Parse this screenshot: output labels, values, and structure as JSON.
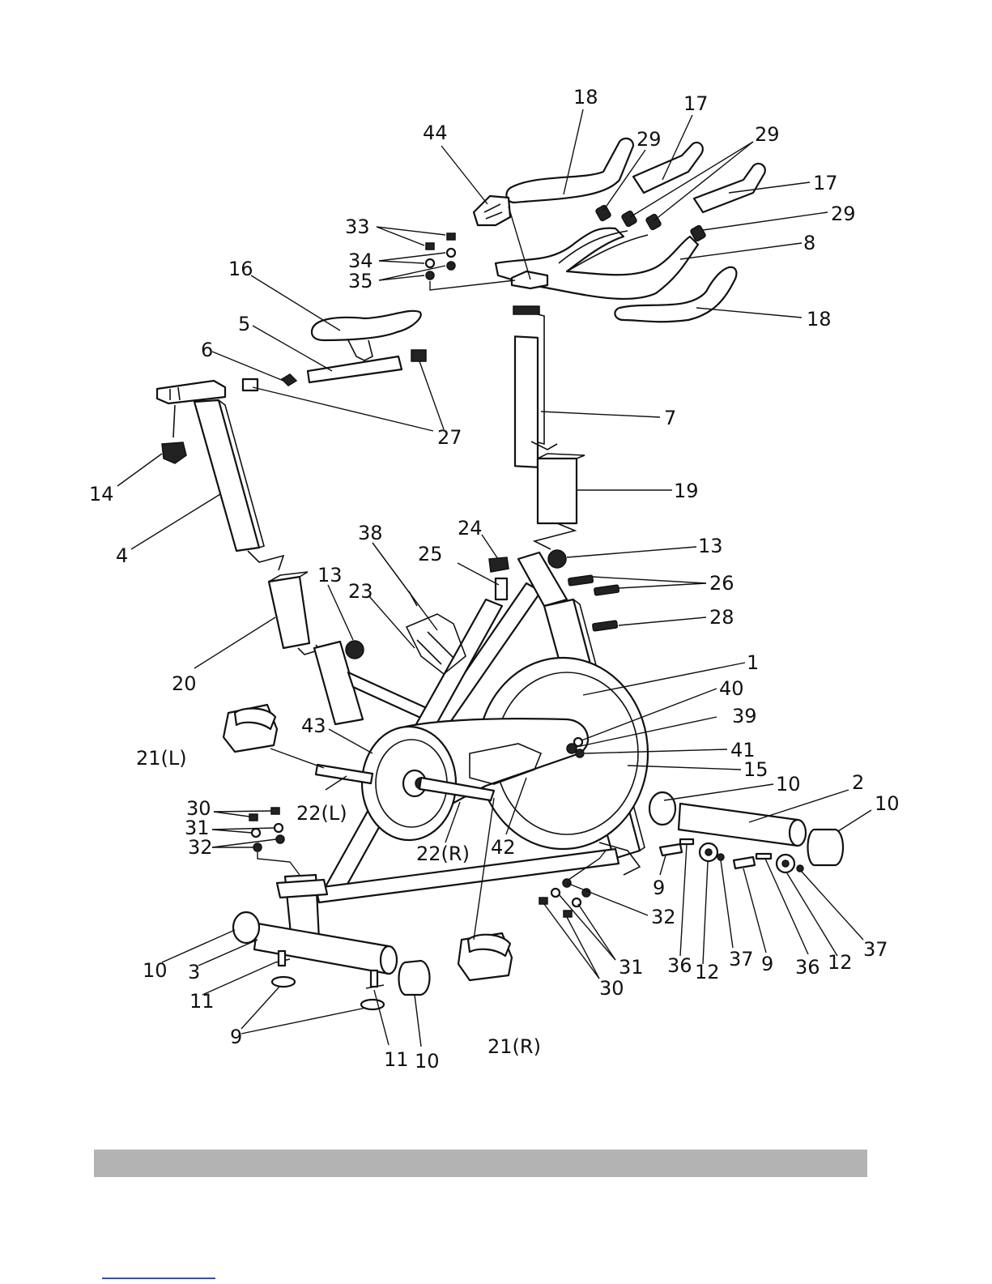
{
  "callouts": [
    {
      "id": "c18a",
      "text": "18"
    },
    {
      "id": "c17a",
      "text": "17"
    },
    {
      "id": "c44",
      "text": "44"
    },
    {
      "id": "c29a",
      "text": "29"
    },
    {
      "id": "c29b",
      "text": "29"
    },
    {
      "id": "c17b",
      "text": "17"
    },
    {
      "id": "c33",
      "text": "33"
    },
    {
      "id": "c29c",
      "text": "29"
    },
    {
      "id": "c34",
      "text": "34"
    },
    {
      "id": "c8",
      "text": "8"
    },
    {
      "id": "c35",
      "text": "35"
    },
    {
      "id": "c16",
      "text": "16"
    },
    {
      "id": "c18b",
      "text": "18"
    },
    {
      "id": "c5",
      "text": "5"
    },
    {
      "id": "c6",
      "text": "6"
    },
    {
      "id": "c7",
      "text": "7"
    },
    {
      "id": "c27",
      "text": "27"
    },
    {
      "id": "c14",
      "text": "14"
    },
    {
      "id": "c19",
      "text": "19"
    },
    {
      "id": "c24",
      "text": "24"
    },
    {
      "id": "c38",
      "text": "38"
    },
    {
      "id": "c13a",
      "text": "13"
    },
    {
      "id": "c25",
      "text": "25"
    },
    {
      "id": "c4",
      "text": "4"
    },
    {
      "id": "c26",
      "text": "26"
    },
    {
      "id": "c13b",
      "text": "13"
    },
    {
      "id": "c23",
      "text": "23"
    },
    {
      "id": "c28",
      "text": "28"
    },
    {
      "id": "c20",
      "text": "20"
    },
    {
      "id": "c1",
      "text": "1"
    },
    {
      "id": "c40",
      "text": "40"
    },
    {
      "id": "c43",
      "text": "43"
    },
    {
      "id": "c39",
      "text": "39"
    },
    {
      "id": "c21L",
      "text": "21(L)"
    },
    {
      "id": "c41",
      "text": "41"
    },
    {
      "id": "c15",
      "text": "15"
    },
    {
      "id": "c22L",
      "text": "22(L)"
    },
    {
      "id": "c10a",
      "text": "10"
    },
    {
      "id": "c2",
      "text": "2"
    },
    {
      "id": "c10b",
      "text": "10"
    },
    {
      "id": "c30a",
      "text": "30"
    },
    {
      "id": "c31a",
      "text": "31"
    },
    {
      "id": "c22R",
      "text": "22(R)"
    },
    {
      "id": "c42",
      "text": "42"
    },
    {
      "id": "c32a",
      "text": "32"
    },
    {
      "id": "c9a",
      "text": "9"
    },
    {
      "id": "c32b",
      "text": "32"
    },
    {
      "id": "c10c",
      "text": "10"
    },
    {
      "id": "c3",
      "text": "3"
    },
    {
      "id": "c31b",
      "text": "31"
    },
    {
      "id": "c36a",
      "text": "36"
    },
    {
      "id": "c12a",
      "text": "12"
    },
    {
      "id": "c37a",
      "text": "37"
    },
    {
      "id": "c9b",
      "text": "9"
    },
    {
      "id": "c36b",
      "text": "36"
    },
    {
      "id": "c12b",
      "text": "12"
    },
    {
      "id": "c37b",
      "text": "37"
    },
    {
      "id": "c11a",
      "text": "11"
    },
    {
      "id": "c30b",
      "text": "30"
    },
    {
      "id": "c9c",
      "text": "9"
    },
    {
      "id": "c21R",
      "text": "21(R)"
    },
    {
      "id": "c11b",
      "text": "11"
    },
    {
      "id": "c10d",
      "text": "10"
    }
  ],
  "colors": {
    "ink": "#111111",
    "footer_bar": "#b3b3b3",
    "footer_line": "#3b4fb0"
  }
}
